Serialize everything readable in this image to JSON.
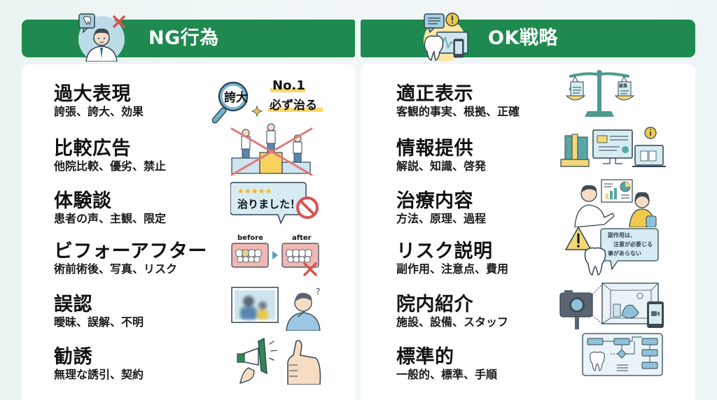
{
  "ng": {
    "title": "NG行為",
    "header_icon": "doctor-with-tooth-and-cross-icon",
    "accent_color": "#1e8a4f",
    "items": [
      {
        "title": "過大表現",
        "subtitle": "誇張、誇大、効果",
        "illustration": "magnifier-exaggeration-icon",
        "illus_text": {
          "magnifier": "誇大",
          "label1": "No.1",
          "label2": "必ず治る"
        }
      },
      {
        "title": "比較広告",
        "subtitle": "他院比較、優劣、禁止",
        "illustration": "podium-crossed-out-icon"
      },
      {
        "title": "体験談",
        "subtitle": "患者の声、主観、限定",
        "illustration": "review-bubble-prohibited-icon",
        "illus_text": {
          "stars": "★★★★★",
          "bubble": "治りました！"
        }
      },
      {
        "title": "ビフォーアフター",
        "subtitle": "術前術後、写真、リスク",
        "illustration": "before-after-teeth-icon",
        "illus_text": {
          "before": "before",
          "after": "after"
        }
      },
      {
        "title": "誤認",
        "subtitle": "曖昧、誤解、不明",
        "illustration": "blurry-photo-confused-person-icon",
        "illus_text": {
          "question": "?"
        }
      },
      {
        "title": "勧誘",
        "subtitle": "無理な誘引、契約",
        "illustration": "megaphone-thumbs-up-icon"
      }
    ]
  },
  "ok": {
    "title": "OK戦略",
    "header_icon": "tooth-monitor-phone-icon",
    "accent_color": "#1e8a4f",
    "items": [
      {
        "title": "適正表示",
        "subtitle": "客観的事実、根拠、正確",
        "illustration": "balance-scale-documents-icon",
        "illus_text": {
          "doc": "競業"
        }
      },
      {
        "title": "情報提供",
        "subtitle": "解説、知識、啓発",
        "illustration": "books-monitor-laptop-icon"
      },
      {
        "title": "治療内容",
        "subtitle": "方法、原理、過程",
        "illustration": "doctor-explaining-chart-icon"
      },
      {
        "title": "リスク説明",
        "subtitle": "副作用、注意点、費用",
        "illustration": "warning-tooth-bubble-icon",
        "illus_text": {
          "line1": "副作用は、",
          "line2": "注意が必要じる",
          "line3": "事があらない"
        }
      },
      {
        "title": "院内紹介",
        "subtitle": "施設、設備、スタッフ",
        "illustration": "camera-clinic-room-phone-icon"
      },
      {
        "title": "標準的",
        "subtitle": "一般的、標準、手順",
        "illustration": "flowchart-tooth-icon"
      }
    ]
  },
  "colors": {
    "header_green": "#1e8a4f",
    "background": "#eef6f5",
    "card": "#ffffff",
    "cross_red": "#d9534f",
    "highlight_yellow": "#f7d76a",
    "light_blue": "#cfe6f0",
    "teal": "#4f9a8c"
  }
}
